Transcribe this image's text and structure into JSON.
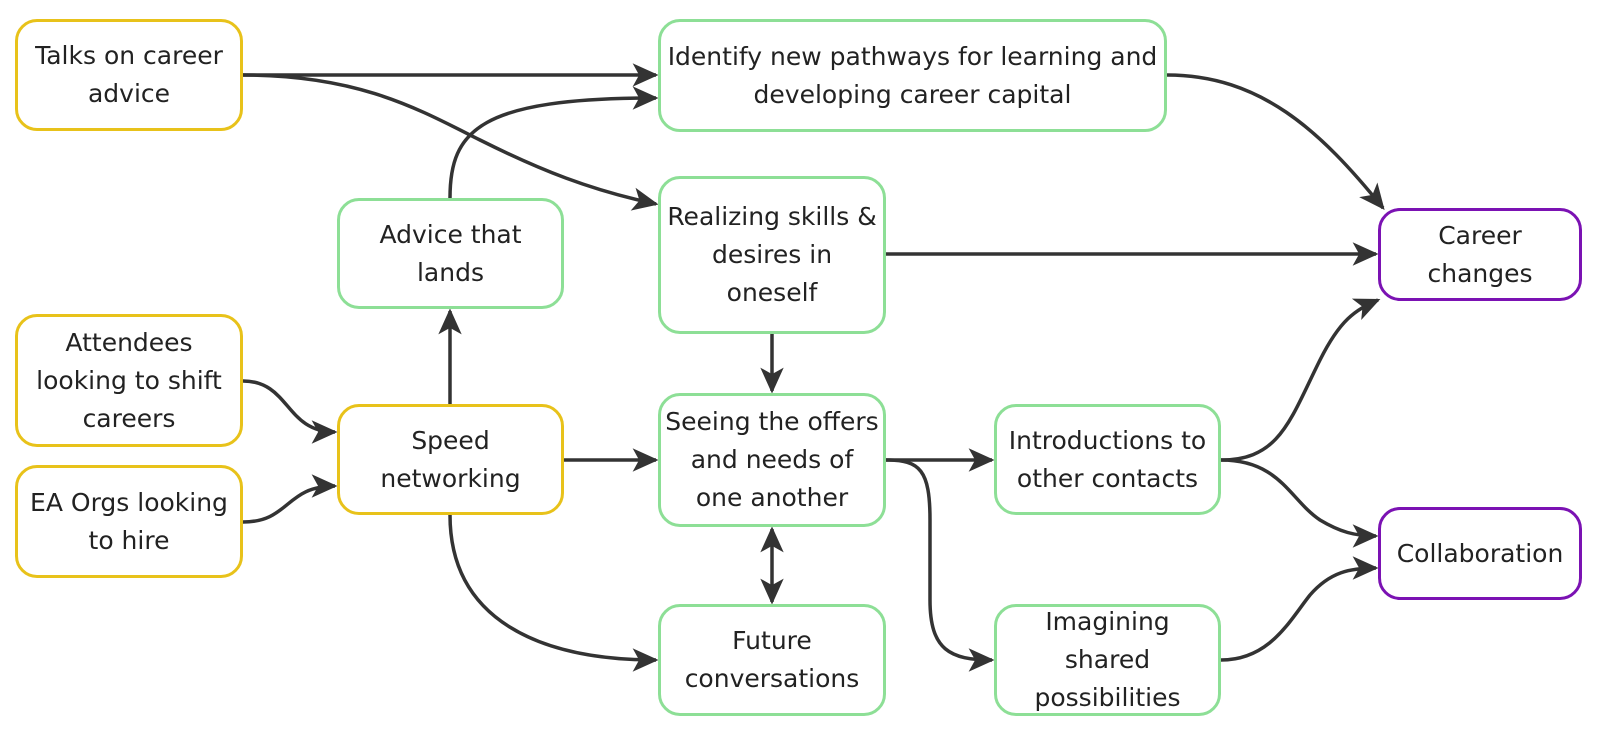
{
  "colors": {
    "input": "#e8c21a",
    "intermediate": "#8ddf96",
    "outcome": "#7b12b3",
    "arrow": "#333333"
  },
  "nodes": {
    "talks": {
      "label": "Talks on career\nadvice",
      "kind": "input"
    },
    "identify": {
      "label": "Identify new pathways for learning and\ndeveloping career capital",
      "kind": "intermediate"
    },
    "advice": {
      "label": "Advice that lands",
      "kind": "intermediate"
    },
    "realizing": {
      "label": "Realizing skills &\ndesires in\noneself",
      "kind": "intermediate"
    },
    "career_changes": {
      "label": "Career changes",
      "kind": "outcome"
    },
    "attendees": {
      "label": "Attendees\nlooking to shift\ncareers",
      "kind": "input"
    },
    "speed": {
      "label": "Speed\nnetworking",
      "kind": "input"
    },
    "ea_orgs": {
      "label": "EA Orgs looking\nto hire",
      "kind": "input"
    },
    "seeing": {
      "label": "Seeing the offers\nand needs of\none another",
      "kind": "intermediate"
    },
    "introductions": {
      "label": "Introductions to\nother contacts",
      "kind": "intermediate"
    },
    "collaboration": {
      "label": "Collaboration",
      "kind": "outcome"
    },
    "future": {
      "label": "Future\nconversations",
      "kind": "intermediate"
    },
    "imagining": {
      "label": "Imagining shared\npossibilities",
      "kind": "intermediate"
    }
  },
  "edges": [
    {
      "from": "talks",
      "to": "identify"
    },
    {
      "from": "talks",
      "to": "realizing"
    },
    {
      "from": "advice",
      "to": "identify"
    },
    {
      "from": "identify",
      "to": "career_changes"
    },
    {
      "from": "realizing",
      "to": "career_changes"
    },
    {
      "from": "realizing",
      "to": "seeing"
    },
    {
      "from": "attendees",
      "to": "speed"
    },
    {
      "from": "ea_orgs",
      "to": "speed"
    },
    {
      "from": "speed",
      "to": "advice"
    },
    {
      "from": "speed",
      "to": "seeing"
    },
    {
      "from": "speed",
      "to": "future"
    },
    {
      "from": "seeing",
      "to": "introductions"
    },
    {
      "from": "seeing",
      "to": "imagining"
    },
    {
      "from": "seeing",
      "to": "future",
      "bidirectional": true
    },
    {
      "from": "introductions",
      "to": "career_changes"
    },
    {
      "from": "introductions",
      "to": "collaboration"
    },
    {
      "from": "imagining",
      "to": "collaboration"
    }
  ]
}
